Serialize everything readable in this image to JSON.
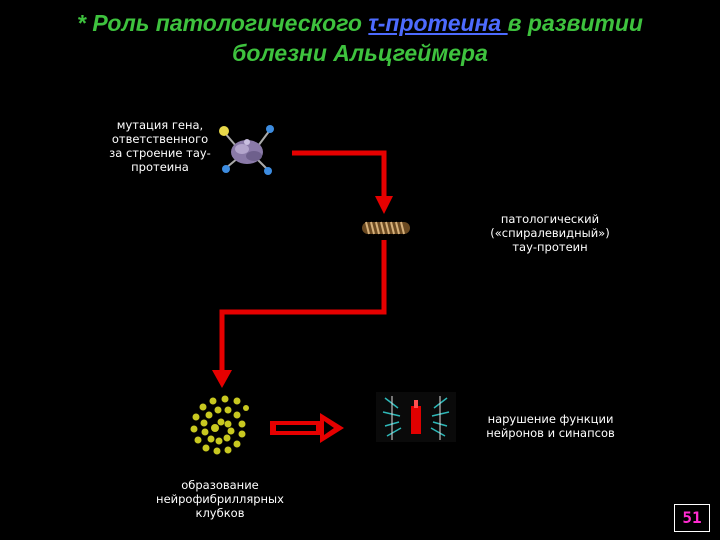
{
  "title": {
    "prefix": "* Роль патологического ",
    "tau": "τ-протеина ",
    "line1_suffix": "в развитии",
    "line2": "болезни Альцгеймера"
  },
  "labels": {
    "mutation": "мутация гена, ответственного за строение тау-протеина",
    "pathological": "патологический («спиралевидный») тау-протеин",
    "tangles": "образование нейрофибриллярных клубков",
    "dysfunction": "нарушение функции нейронов и синапсов"
  },
  "slide_number": "51",
  "colors": {
    "title": "#3ec23e",
    "tau": "#4d6bff",
    "arrow": "#e60000",
    "slide_number": "#ff2bd0"
  }
}
